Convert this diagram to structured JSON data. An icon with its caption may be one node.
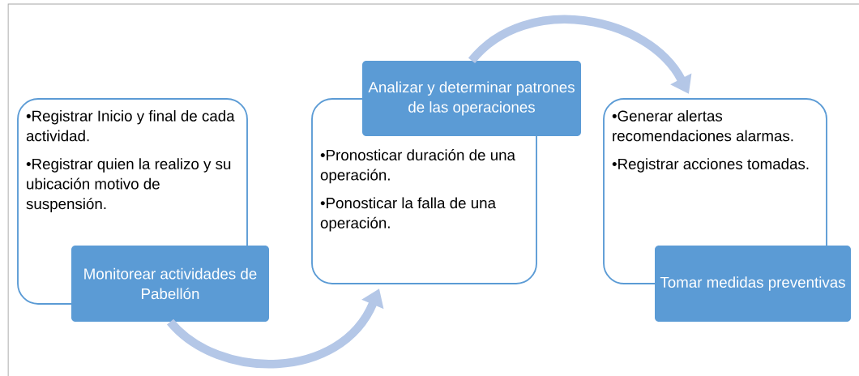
{
  "diagram": {
    "nodes": [
      {
        "text": [
          "•Registrar Inicio y final de cada actividad.",
          "•Registrar quien la realizo y su ubicación motivo de suspensión."
        ]
      },
      {
        "text": [
          "Monitorear actividades de Pabellón"
        ]
      },
      {
        "text": [
          "Analizar y determinar patrones de las operaciones"
        ]
      },
      {
        "text": [
          "•Pronosticar duración de una operación.",
          "•Ponosticar la falla de una operación."
        ]
      },
      {
        "text": [
          "•Generar alertas recomendaciones alarmas.",
          "•Registrar acciones tomadas."
        ]
      },
      {
        "text": [
          "Tomar medidas preventivas"
        ]
      }
    ],
    "edges": [
      {
        "from": 1,
        "to": 3,
        "arrow": "to"
      },
      {
        "from": 2,
        "to": 4,
        "arrow": "to"
      }
    ]
  }
}
